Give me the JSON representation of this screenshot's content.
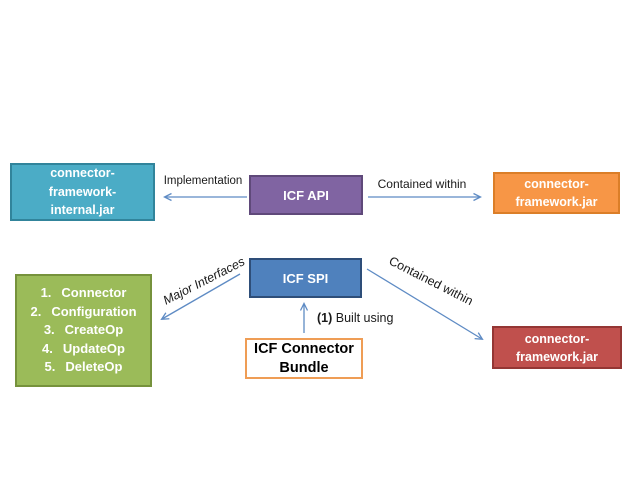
{
  "diagram": {
    "background": "#ffffff",
    "arrow_color": "#5E8BC4"
  },
  "boxes": {
    "internal_jar": {
      "lines": [
        "connector-",
        "framework-",
        "internal.jar"
      ],
      "fill": "#4BACC6",
      "border": "#31849B",
      "text_color": "#ffffff"
    },
    "icf_api": {
      "label": "ICF API",
      "fill": "#8064A2",
      "border": "#5F497A",
      "text_color": "#ffffff"
    },
    "framework_jar_top": {
      "lines": [
        "connector-",
        "framework.jar"
      ],
      "fill": "#F79646",
      "border": "#DB7E28",
      "text_color": "#ffffff"
    },
    "icf_spi": {
      "label": "ICF SPI",
      "fill": "#4F81BD",
      "border": "#2E4E79",
      "text_color": "#ffffff"
    },
    "interfaces_list": {
      "fill": "#9BBB59",
      "border": "#76923C",
      "text_color": "#ffffff",
      "items": [
        {
          "num": "1.",
          "label": "Connector"
        },
        {
          "num": "2.",
          "label": "Configuration"
        },
        {
          "num": "3.",
          "label": "CreateOp"
        },
        {
          "num": "4.",
          "label": "UpdateOp"
        },
        {
          "num": "5.",
          "label": "DeleteOp"
        }
      ]
    },
    "connector_bundle": {
      "lines": [
        "ICF Connector",
        "Bundle"
      ],
      "fill": "#ffffff",
      "border": "#EF9D55",
      "text_color": "#000000"
    },
    "framework_jar_bottom": {
      "lines": [
        "connector-",
        "framework.jar"
      ],
      "fill": "#C0504D",
      "border": "#943634",
      "text_color": "#ffffff"
    }
  },
  "labels": {
    "implementation": "Implementation",
    "contained_within_top": "Contained within",
    "major_interfaces": "Major Interfaces",
    "built_using_prefix": "(1)",
    "built_using_text": " Built using",
    "contained_within_right": "Contained within"
  }
}
